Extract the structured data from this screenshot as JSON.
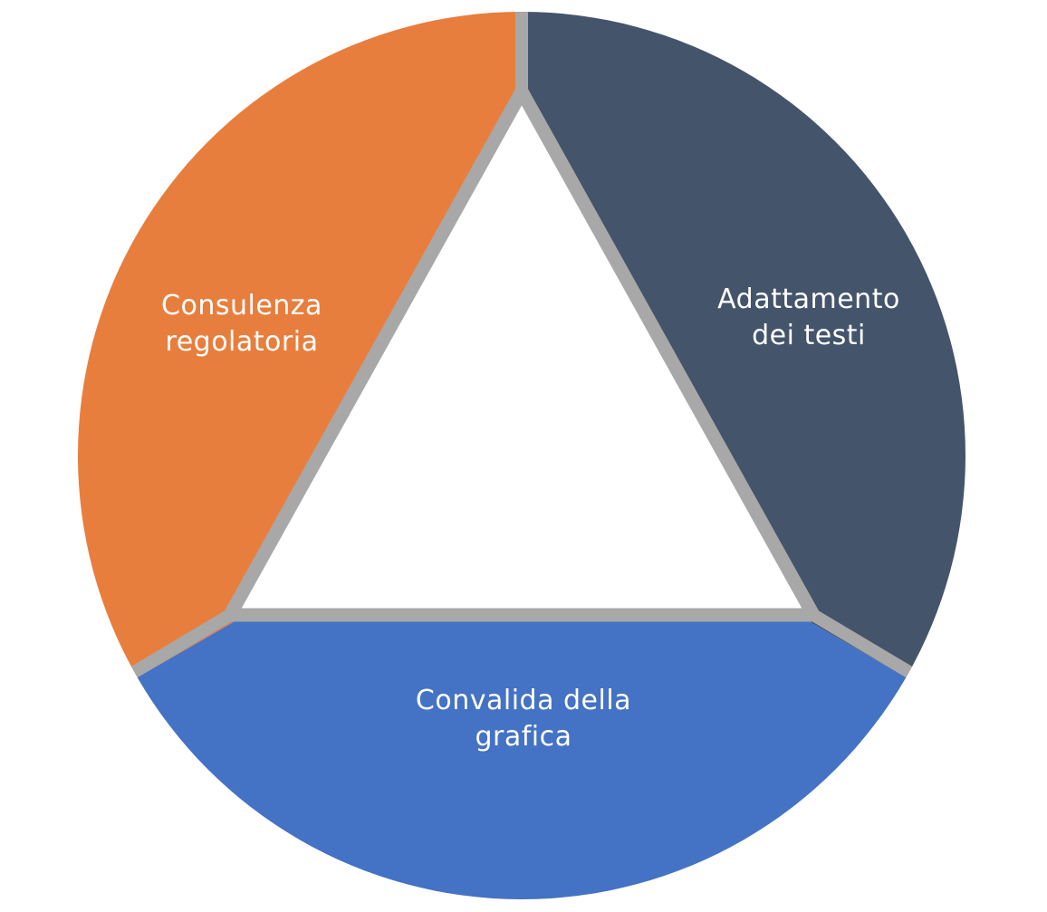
{
  "diagram": {
    "background_color": "#ffffff",
    "divider_color": "#a8a8a8",
    "center_triangle_fill": "#ffffff",
    "segments": [
      {
        "id": "consulenza-regolatoria",
        "label_line1": "Consulenza",
        "label_line2": "regolatoria",
        "color": "#e87e3d",
        "position": "top-left"
      },
      {
        "id": "adattamento-dei-testi",
        "label_line1": "Adattamento",
        "label_line2": "dei testi",
        "color": "#44546a",
        "position": "right"
      },
      {
        "id": "convalida-della-grafica",
        "label_line1": "Convalida della",
        "label_line2": "grafica",
        "color": "#4472c4",
        "position": "bottom"
      }
    ]
  }
}
